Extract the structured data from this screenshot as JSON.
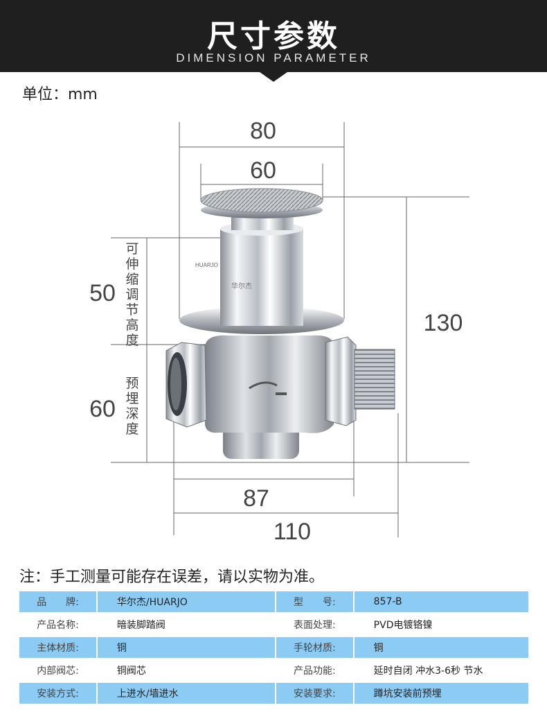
{
  "header": {
    "title": "尺寸参数",
    "subtitle": "DIMENSION PARAMETER"
  },
  "unit_label": "单位：mm",
  "dimensions": {
    "top_width": "80",
    "pedal_width": "60",
    "adjustable_height": "50",
    "embed_depth": "60",
    "total_height": "130",
    "body_width": "87",
    "total_width": "110"
  },
  "vertical_labels": {
    "adjustable": "可伸缩调节高度",
    "embed": "预埋深度"
  },
  "product_marks": {
    "brand_en": "HUARJO",
    "brand_cn": "华尔杰"
  },
  "note": "注：手工测量可能存在误差，请以实物为准。",
  "spec_rows": [
    {
      "k1": "品　　牌:",
      "v1": "华尔杰/HUARJO",
      "k2": "型　　号:",
      "v2": "857-B"
    },
    {
      "k1": "产品名称:",
      "v1": "暗装脚踏阀",
      "k2": "表面处理:",
      "v2": "PVD电镀铬镍"
    },
    {
      "k1": "主体材质:",
      "v1": "铜",
      "k2": "手轮材质:",
      "v2": "铜"
    },
    {
      "k1": "内部阀芯:",
      "v1": "铜阀芯",
      "k2": "产品功能:",
      "v2": "延时自闭 冲水3-6秒 节水"
    },
    {
      "k1": "安装方式:",
      "v1": "上进水/墙进水",
      "k2": "安装要求:",
      "v2": "蹲坑安装前预埋"
    }
  ],
  "colors": {
    "header_bg": "#1f1f1f",
    "row_highlight": "#8ccbf3"
  }
}
